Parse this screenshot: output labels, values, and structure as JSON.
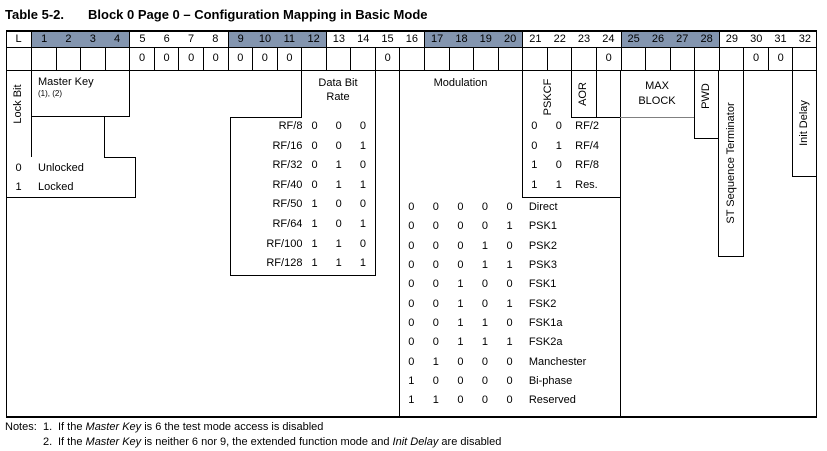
{
  "title": {
    "label": "Table 5-2.",
    "text": "Block 0 Page 0 – Configuration Mapping in Basic Mode"
  },
  "colors": {
    "header_shade": "#8395af",
    "border": "#000000",
    "max_block_divider": "#808080"
  },
  "bit_header": {
    "corner": "L",
    "groups": [
      {
        "bits": [
          "1",
          "2",
          "3",
          "4"
        ],
        "shaded": true
      },
      {
        "bits": [
          "5",
          "6",
          "7",
          "8"
        ],
        "shaded": false
      },
      {
        "bits": [
          "9",
          "10",
          "11",
          "12"
        ],
        "shaded": true
      },
      {
        "bits": [
          "13",
          "14",
          "15",
          "16"
        ],
        "shaded": false
      },
      {
        "bits": [
          "17",
          "18",
          "19",
          "20"
        ],
        "shaded": true
      },
      {
        "bits": [
          "21",
          "22",
          "23",
          "24"
        ],
        "shaded": false
      },
      {
        "bits": [
          "25",
          "26",
          "27",
          "28"
        ],
        "shaded": true
      },
      {
        "bits": [
          "29",
          "30",
          "31",
          "32"
        ],
        "shaded": false
      }
    ]
  },
  "preset_row": {
    "corner": "",
    "values": [
      "",
      "",
      "",
      "",
      "0",
      "0",
      "0",
      "0",
      "0",
      "0",
      "0",
      "",
      "",
      "",
      "0",
      "",
      "",
      "",
      "",
      "",
      "",
      "",
      "",
      "0",
      "",
      "",
      "",
      "",
      "",
      "0",
      "0",
      ""
    ]
  },
  "lock_bit": {
    "label": "Lock Bit",
    "legend": [
      {
        "value": "0",
        "label": "Unlocked"
      },
      {
        "value": "1",
        "label": "Locked"
      }
    ]
  },
  "master_key": {
    "label": "Master Key",
    "note_refs": "(1), (2)"
  },
  "data_bit_rate": {
    "title_line1": "Data Bit",
    "title_line2": "Rate",
    "rows": [
      {
        "label": "RF/8",
        "bits": [
          "0",
          "0",
          "0"
        ]
      },
      {
        "label": "RF/16",
        "bits": [
          "0",
          "0",
          "1"
        ]
      },
      {
        "label": "RF/32",
        "bits": [
          "0",
          "1",
          "0"
        ]
      },
      {
        "label": "RF/40",
        "bits": [
          "0",
          "1",
          "1"
        ]
      },
      {
        "label": "RF/50",
        "bits": [
          "1",
          "0",
          "0"
        ]
      },
      {
        "label": "RF/64",
        "bits": [
          "1",
          "0",
          "1"
        ]
      },
      {
        "label": "RF/100",
        "bits": [
          "1",
          "1",
          "0"
        ]
      },
      {
        "label": "RF/128",
        "bits": [
          "1",
          "1",
          "1"
        ]
      }
    ]
  },
  "modulation": {
    "title": "Modulation",
    "rows": [
      {
        "bits": [
          "0",
          "0",
          "0",
          "0",
          "0"
        ],
        "label": "Direct"
      },
      {
        "bits": [
          "0",
          "0",
          "0",
          "0",
          "1"
        ],
        "label": "PSK1"
      },
      {
        "bits": [
          "0",
          "0",
          "0",
          "1",
          "0"
        ],
        "label": "PSK2"
      },
      {
        "bits": [
          "0",
          "0",
          "0",
          "1",
          "1"
        ],
        "label": "PSK3"
      },
      {
        "bits": [
          "0",
          "0",
          "1",
          "0",
          "0"
        ],
        "label": "FSK1"
      },
      {
        "bits": [
          "0",
          "0",
          "1",
          "0",
          "1"
        ],
        "label": "FSK2"
      },
      {
        "bits": [
          "0",
          "0",
          "1",
          "1",
          "0"
        ],
        "label": "FSK1a"
      },
      {
        "bits": [
          "0",
          "0",
          "1",
          "1",
          "1"
        ],
        "label": "FSK2a"
      },
      {
        "bits": [
          "0",
          "1",
          "0",
          "0",
          "0"
        ],
        "label": "Manchester"
      },
      {
        "bits": [
          "1",
          "0",
          "0",
          "0",
          "0"
        ],
        "label": "Bi-phase"
      },
      {
        "bits": [
          "1",
          "1",
          "0",
          "0",
          "0"
        ],
        "label": "Reserved"
      }
    ]
  },
  "pskcf": {
    "label": "PSKCF",
    "rows": [
      {
        "bits": [
          "0",
          "0"
        ],
        "label": "RF/2"
      },
      {
        "bits": [
          "0",
          "1"
        ],
        "label": "RF/4"
      },
      {
        "bits": [
          "1",
          "0"
        ],
        "label": "RF/8"
      },
      {
        "bits": [
          "1",
          "1"
        ],
        "label": "Res."
      }
    ]
  },
  "aor": {
    "label": "AOR"
  },
  "max_block": {
    "line1": "MAX",
    "line2": "BLOCK"
  },
  "pwd": {
    "label": "PWD"
  },
  "st_terminator": {
    "label": "ST Sequence Terminator"
  },
  "init_delay": {
    "label": "Init Delay"
  },
  "notes": {
    "label": "Notes:",
    "items": [
      {
        "num": "1.",
        "parts": [
          {
            "t": "If the "
          },
          {
            "t": "Master Key",
            "italic": true
          },
          {
            "t": " is 6 the test mode access is disabled"
          }
        ]
      },
      {
        "num": "2.",
        "parts": [
          {
            "t": "If the "
          },
          {
            "t": "Master Key",
            "italic": true
          },
          {
            "t": " is neither 6 nor 9, the extended function mode and "
          },
          {
            "t": "Init Delay",
            "italic": true
          },
          {
            "t": " are disabled"
          }
        ]
      }
    ]
  }
}
